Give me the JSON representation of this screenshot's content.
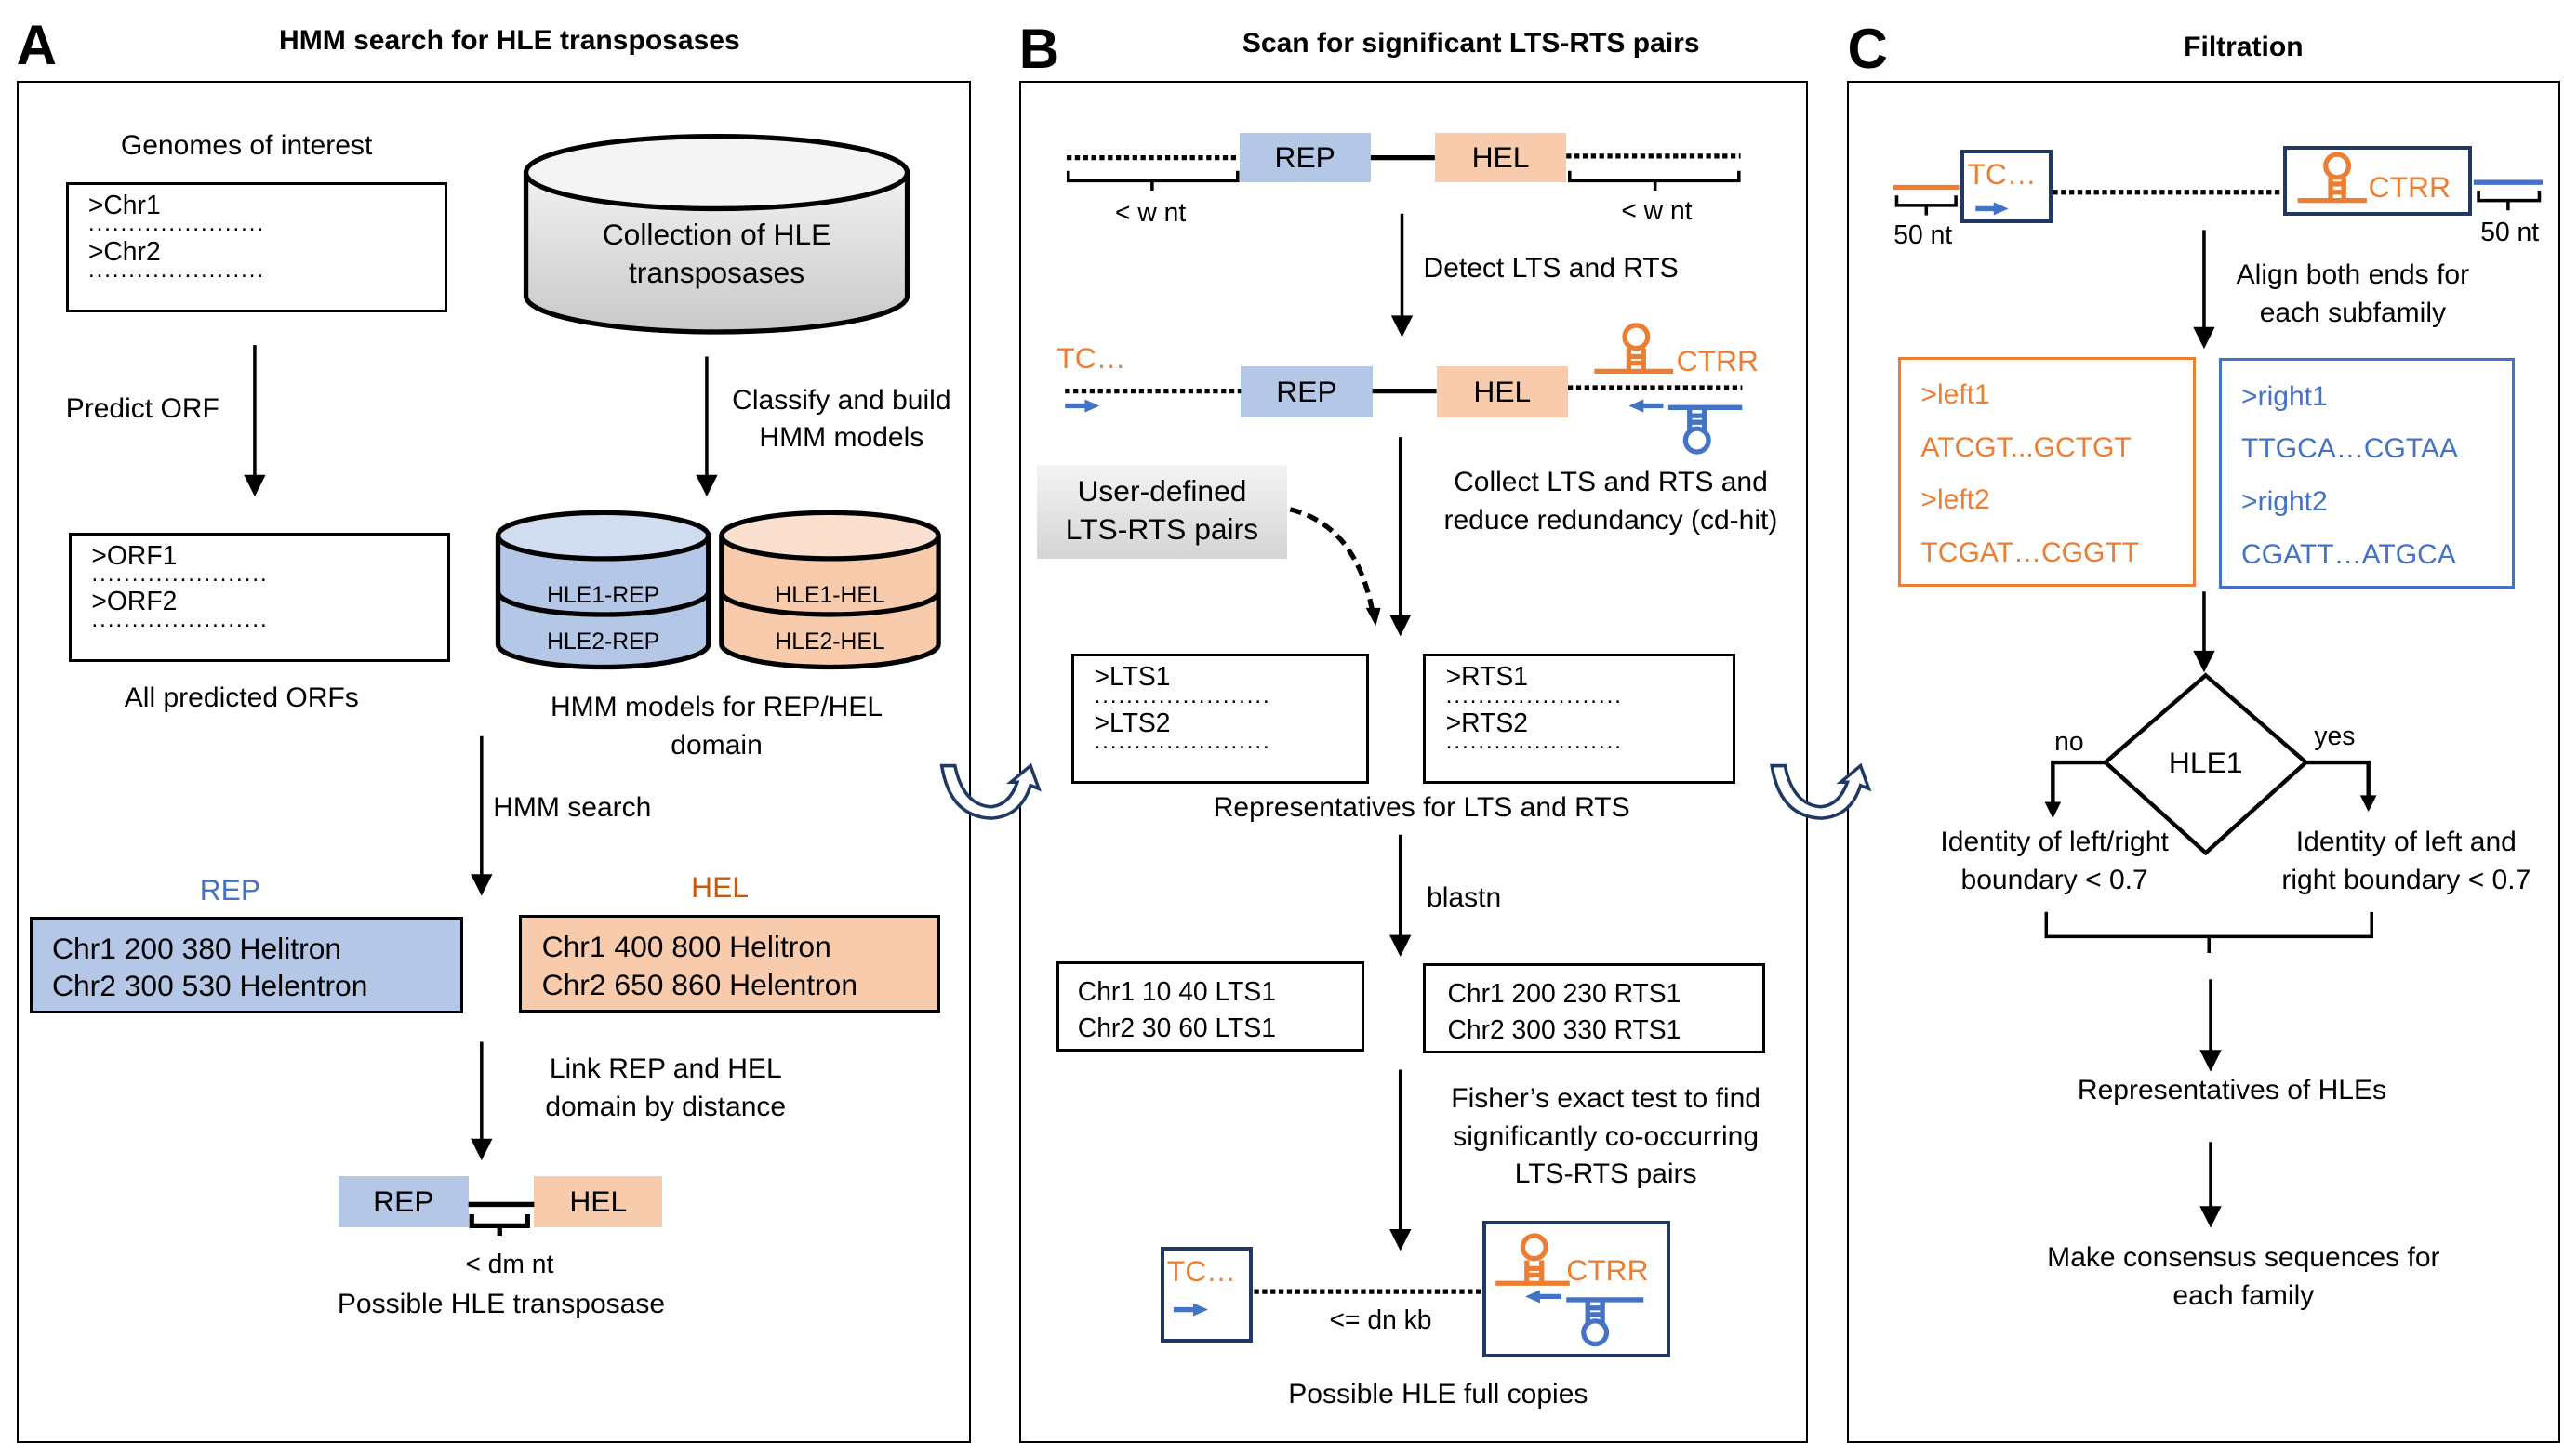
{
  "panels": {
    "A": {
      "letter": "A",
      "title": "HMM search for HLE transposases",
      "genomes_label": "Genomes of interest",
      "genome_entries": [
        ">Chr1",
        "......................",
        ">Chr2",
        "......................"
      ],
      "collection_label_line1": "Collection of HLE",
      "collection_label_line2": "transposases",
      "predict_orf_label": "Predict ORF",
      "classify_label_line1": "Classify and build",
      "classify_label_line2": "HMM models",
      "orf_entries": [
        ">ORF1",
        "......................",
        ">ORF2",
        "......................"
      ],
      "orfs_caption": "All predicted ORFs",
      "hmm_models": {
        "rep": [
          "HLE1-REP",
          "HLE2-REP"
        ],
        "hel": [
          "HLE1-HEL",
          "HLE2-HEL"
        ],
        "caption_line1": "HMM models for REP/HEL",
        "caption_line2": "domain"
      },
      "hmm_search_label": "HMM search",
      "rep_header": "REP",
      "hel_header": "HEL",
      "rep_hits": [
        "Chr1 200 380 Helitron",
        "Chr2 300 530 Helentron"
      ],
      "hel_hits": [
        "Chr1 400 800 Helitron",
        "Chr2 650 860 Helentron"
      ],
      "link_label_line1": "Link REP and HEL",
      "link_label_line2": "domain by distance",
      "final_rep": "REP",
      "final_hel": "HEL",
      "distance_label": "< dm nt",
      "final_caption": "Possible HLE transposase"
    },
    "B": {
      "letter": "B",
      "title": "Scan for significant LTS-RTS pairs",
      "top_rep": "REP",
      "top_hel": "HEL",
      "window_left": "< w nt",
      "window_right": "< w nt",
      "detect_label": "Detect LTS and RTS",
      "tc_label": "TC…",
      "ctrr_label": "CTRR",
      "mid_rep": "REP",
      "mid_hel": "HEL",
      "user_defined_line1": "User-defined",
      "user_defined_line2": "LTS-RTS pairs",
      "collect_label_line1": "Collect LTS and RTS and",
      "collect_label_line2": "reduce redundancy (cd-hit)",
      "lts_entries": [
        ">LTS1",
        "......................",
        ">LTS2",
        "......................"
      ],
      "rts_entries": [
        ">RTS1",
        "......................",
        ">RTS2",
        "......................"
      ],
      "representatives_caption": "Representatives for LTS and RTS",
      "blastn_label": "blastn",
      "lts_hits": [
        "Chr1 10 40 LTS1",
        "Chr2 30 60 LTS1"
      ],
      "rts_hits": [
        "Chr1 200 230 RTS1",
        "Chr2 300 330 RTS1"
      ],
      "fisher_line1": "Fisher’s exact test to find",
      "fisher_line2": "significantly co-occurring",
      "fisher_line3": "LTS-RTS pairs",
      "final_tc": "TC…",
      "final_ctrr": "CTRR",
      "distance_label": "<= dn kb",
      "final_caption": "Possible HLE full copies"
    },
    "C": {
      "letter": "C",
      "title": "Filtration",
      "tc_label": "TC…",
      "ctrr_label": "CTRR",
      "flank_left": "50 nt",
      "flank_right": "50 nt",
      "align_line1": "Align both ends for",
      "align_line2": "each subfamily",
      "left_entries": [
        ">left1",
        "ATCGT...GCTGT",
        ">left2",
        "TCGAT…CGGTT"
      ],
      "right_entries": [
        ">right1",
        "TTGCA…CGTAA",
        ">right2",
        "CGATT…ATGCA"
      ],
      "decision_label": "HLE1",
      "no_label": "no",
      "yes_label": "yes",
      "no_outcome_line1": "Identity of left/right",
      "no_outcome_line2": "boundary < 0.7",
      "yes_outcome_line1": "Identity of left and",
      "yes_outcome_line2": "right boundary < 0.7",
      "representatives_caption": "Representatives of HLEs",
      "consensus_line1": "Make consensus sequences for",
      "consensus_line2": "each family"
    }
  },
  "colors": {
    "rep_fill": "#B4C7E7",
    "hel_fill": "#F8CBAD",
    "orange": "#ED7D31",
    "blue": "#4472C4",
    "navy": "#1F3864"
  }
}
